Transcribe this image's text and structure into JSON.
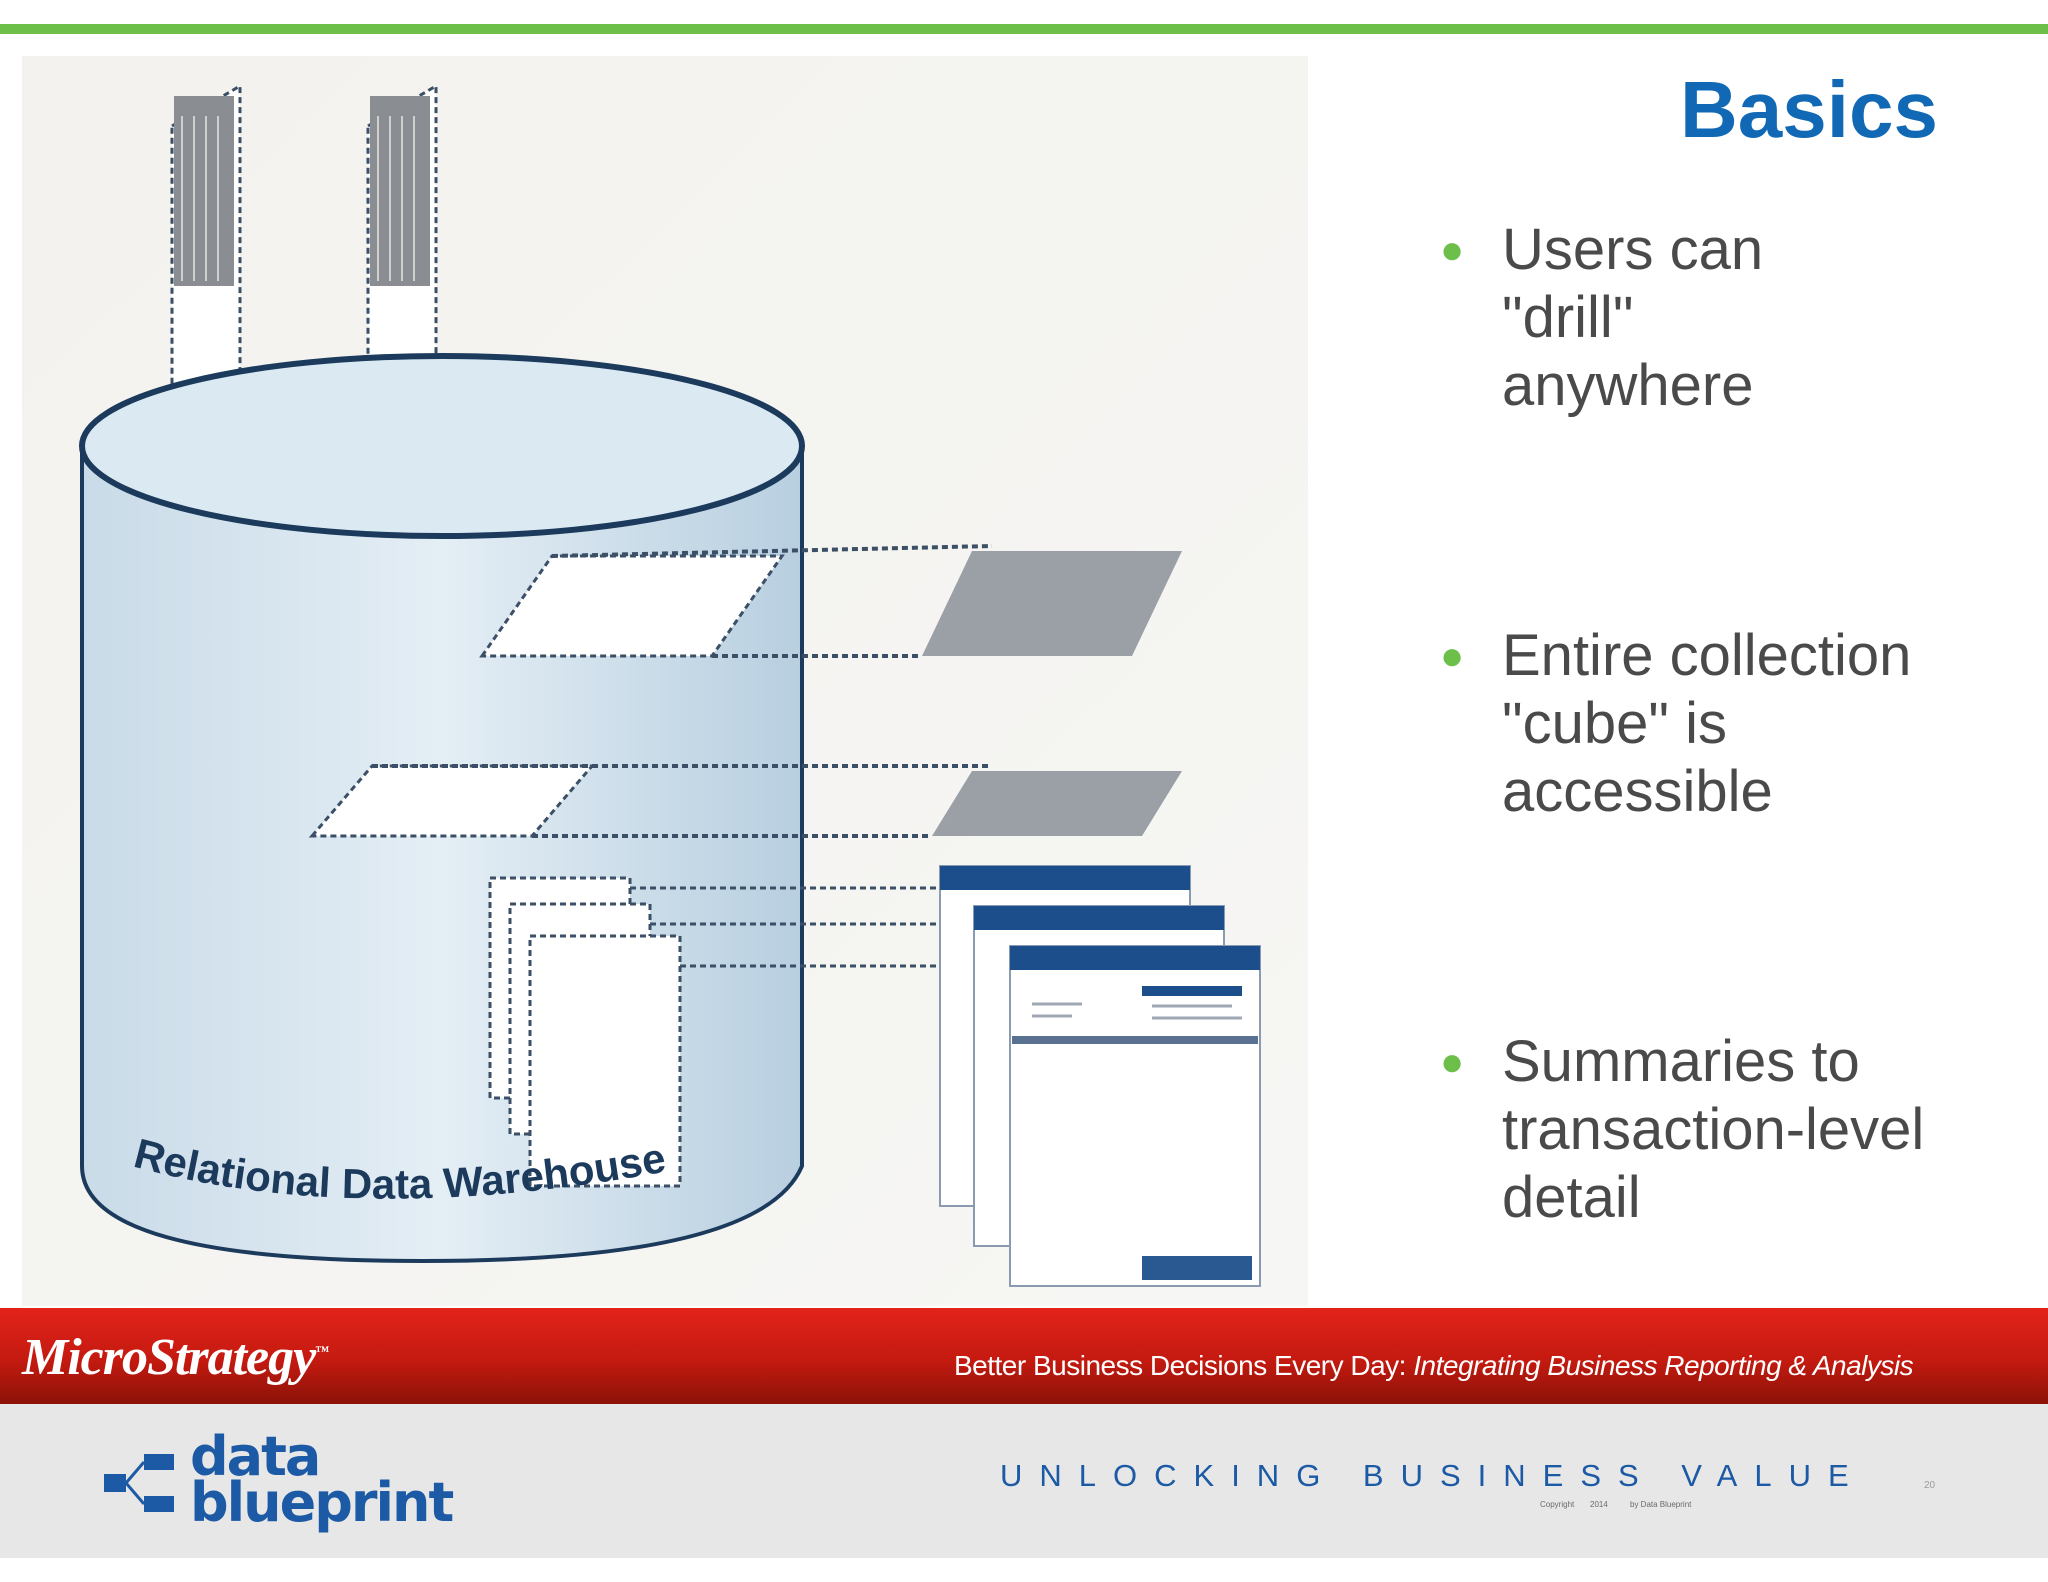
{
  "slide": {
    "title": "Basics",
    "bullets": [
      "Users can\n\"drill\"\nanywhere",
      "Entire collection\n\"cube\" is\naccessible",
      "Summaries to\ntransaction-level\ndetail"
    ]
  },
  "illustration": {
    "label": "Relational Data Warehouse"
  },
  "footer": {
    "brand": "MicroStrategy",
    "tagline_plain": "Better Business Decisions Every Day: ",
    "tagline_italic": "Integrating Business Reporting & Analysis",
    "logo_line1": "data",
    "logo_line2": "blueprint",
    "slogan": "UNLOCKING  BUSINESS  VALUE",
    "copyright_word": "Copyright",
    "copyright_year": "2014",
    "copyright_by": "by Data Blueprint",
    "page_number": "20"
  },
  "colors": {
    "accent_green": "#6cc04a",
    "title_blue": "#1169b6",
    "band_red": "#e2231a",
    "logo_blue": "#1c5aa5"
  }
}
